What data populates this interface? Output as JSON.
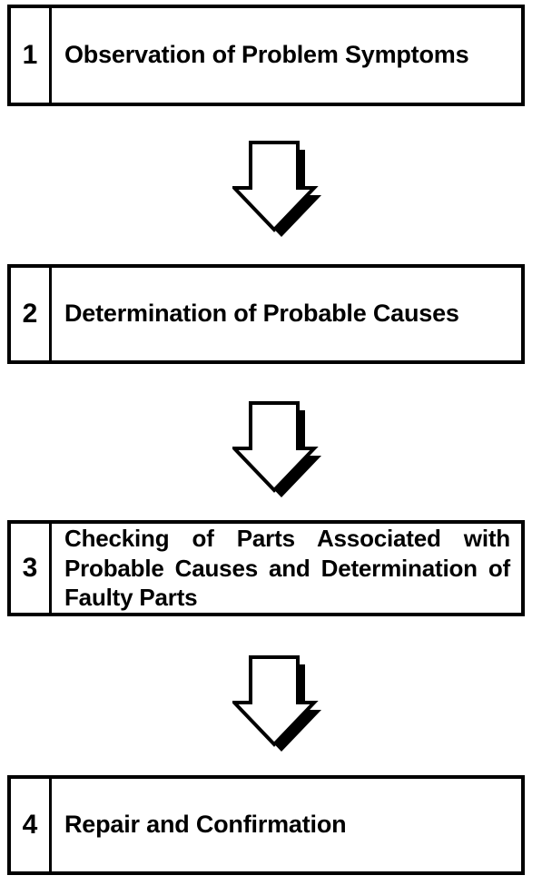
{
  "diagram": {
    "type": "flowchart",
    "direction": "top-to-bottom",
    "colors": {
      "ink": "#000000",
      "fill": "#ffffff",
      "shadow": "#000000"
    },
    "icons": {
      "flow_arrow": "down-block-arrow"
    },
    "steps": [
      {
        "number": "1",
        "label": "Observation of Problem Symptoms"
      },
      {
        "number": "2",
        "label": "Determination of Probable Causes"
      },
      {
        "number": "3",
        "label": "Checking of Parts Associated with Probable Causes and Determination of Faulty Parts"
      },
      {
        "number": "4",
        "label": "Repair and Confirmation"
      }
    ]
  }
}
